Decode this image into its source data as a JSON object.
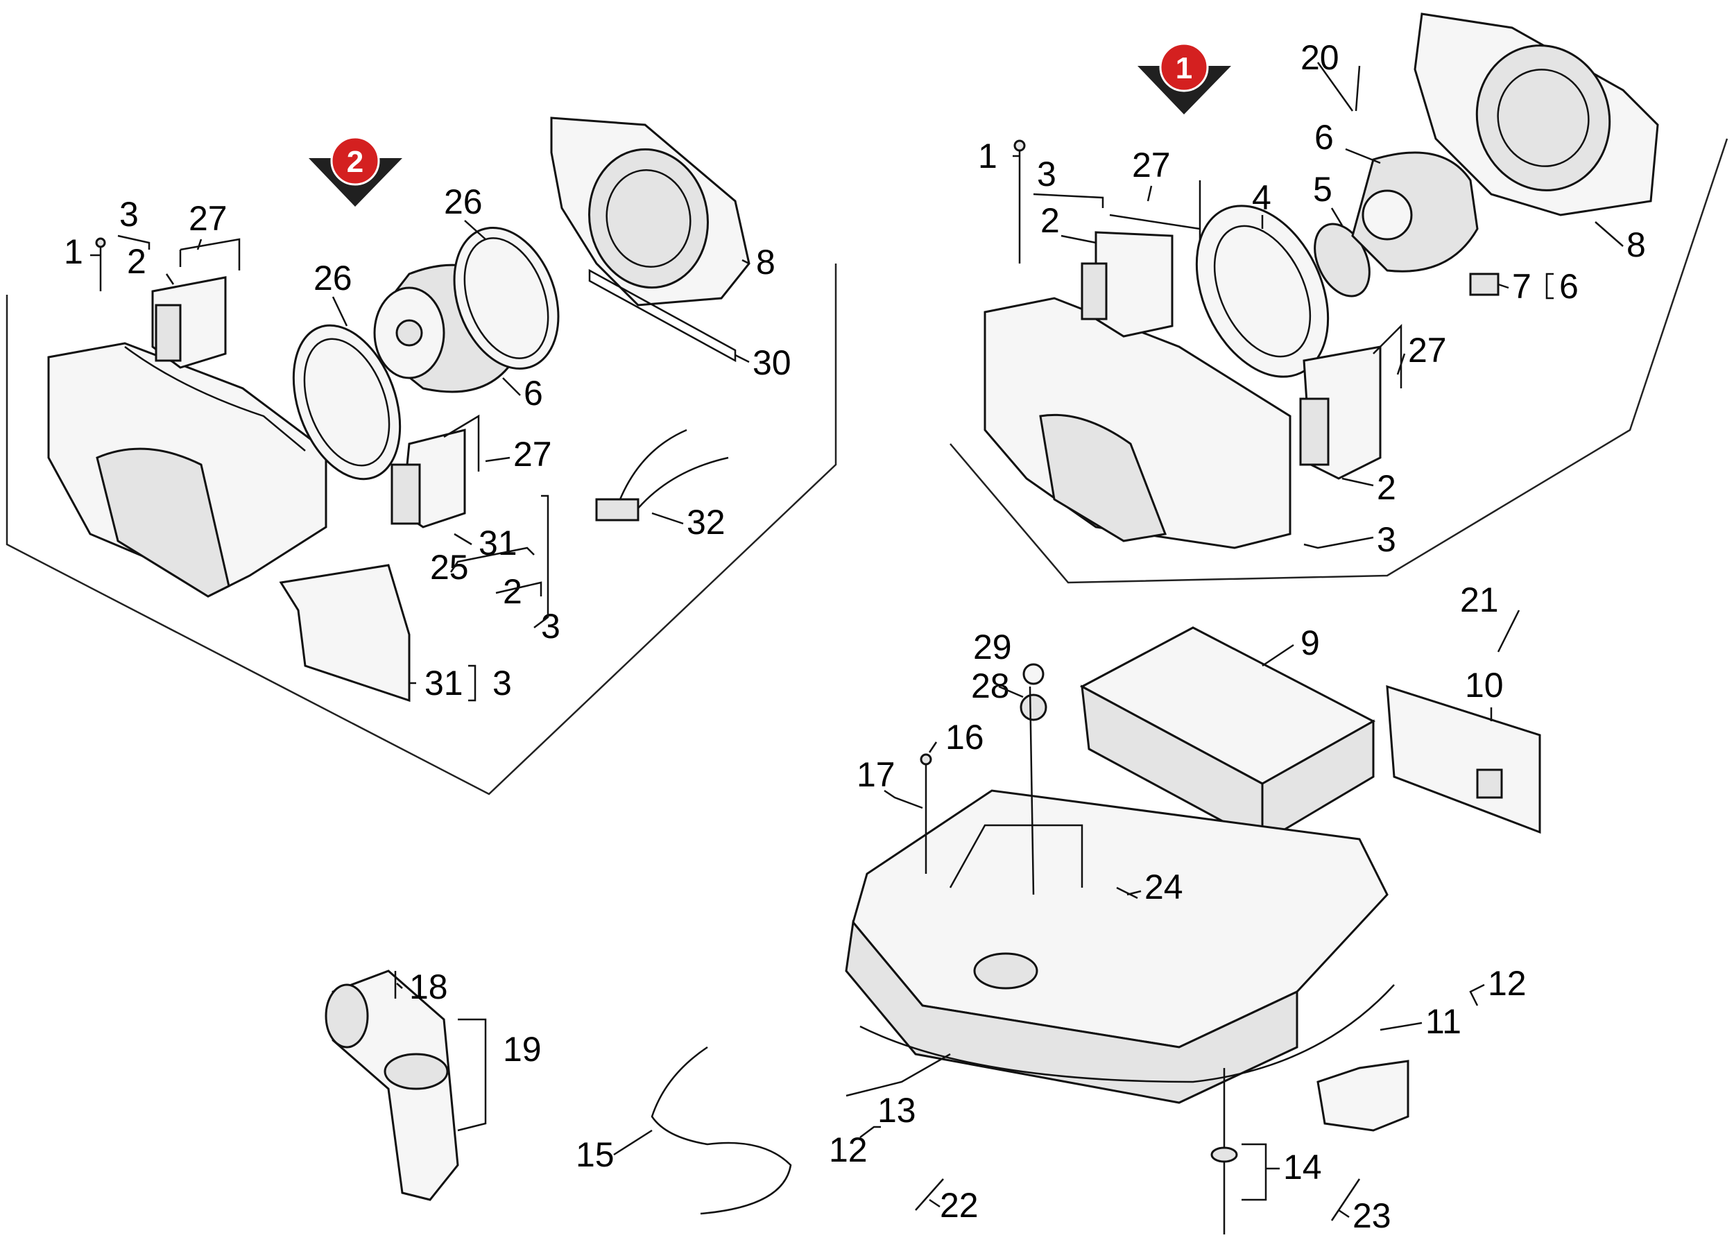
{
  "markers": [
    "1",
    "2"
  ],
  "colors": {
    "marker_red": "#d42020",
    "marker_dark": "#202020"
  },
  "labels": {
    "g2": [
      "3",
      "27",
      "1",
      "2",
      "26",
      "26",
      "8",
      "30",
      "6",
      "27",
      "32",
      "31",
      "25",
      "2",
      "3",
      "31",
      "3"
    ],
    "g1": [
      "20",
      "6",
      "1",
      "3",
      "27",
      "4",
      "5",
      "2",
      "8",
      "7",
      "6",
      "27",
      "2",
      "3"
    ],
    "base": [
      "21",
      "9",
      "29",
      "28",
      "10",
      "16",
      "17",
      "24",
      "18",
      "19",
      "12",
      "11",
      "15",
      "13",
      "12",
      "14",
      "22",
      "23"
    ]
  }
}
